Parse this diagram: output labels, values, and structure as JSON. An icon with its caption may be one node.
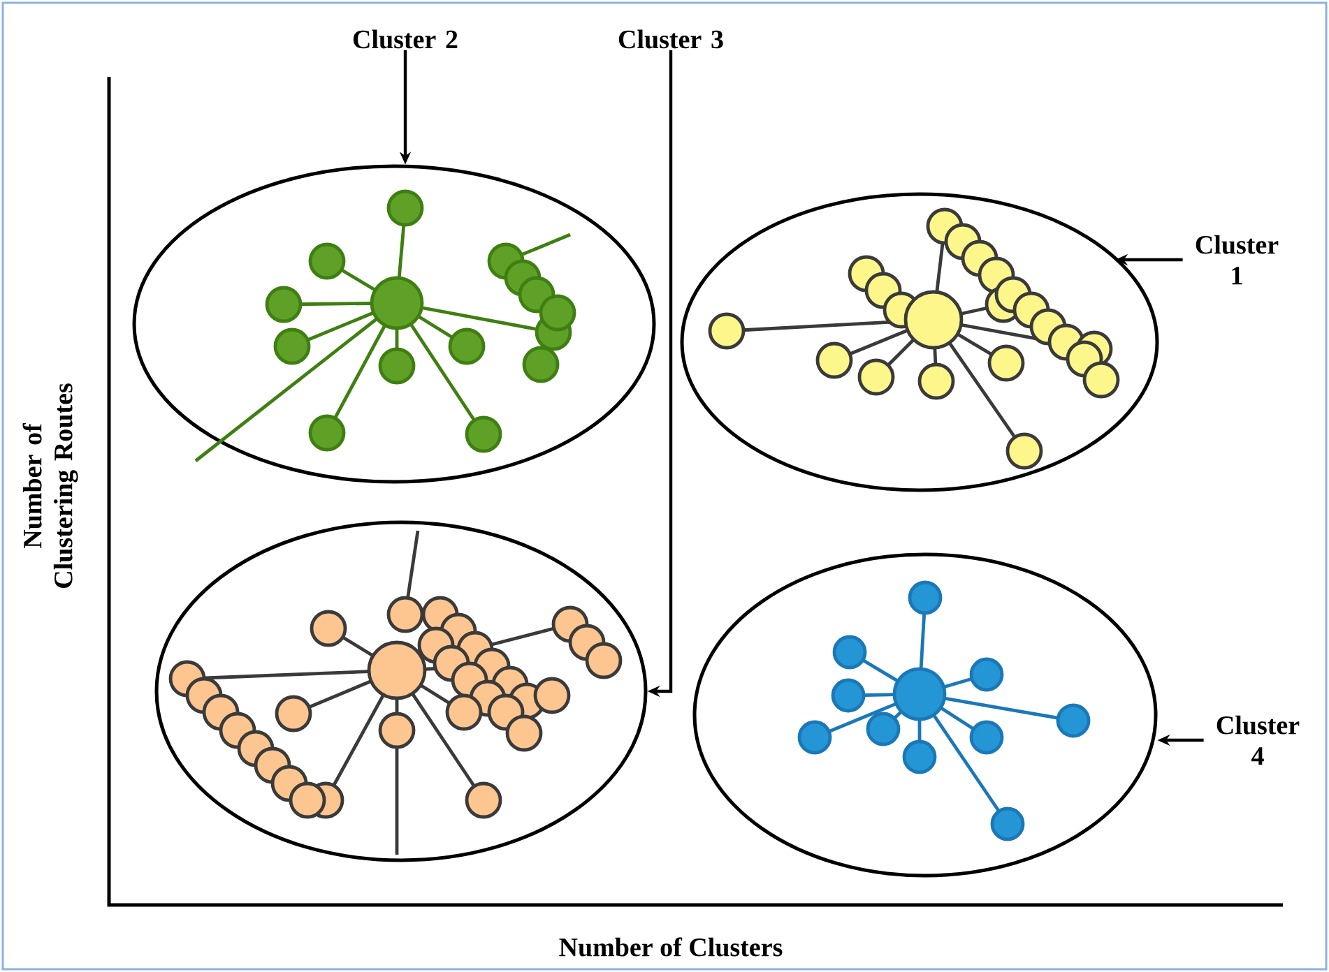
{
  "diagram": {
    "nodes": [
      {
        "text": [
          "Cluster 2"
        ]
      },
      {
        "text": [
          "Cluster 3"
        ]
      },
      {
        "text": [],
        "shape": "ellipse"
      },
      {
        "text": [
          "Cluster 1"
        ]
      },
      {
        "text": [],
        "shape": "ellipse"
      },
      {
        "text": [],
        "shape": "ellipse"
      },
      {
        "text": [],
        "shape": "ellipse"
      },
      {
        "text": [
          "Cluster 4"
        ]
      }
    ],
    "edges": [
      {
        "from": 0,
        "to": 2,
        "arrow": "to"
      },
      {
        "from": 1,
        "to": 5,
        "arrow": "to"
      },
      {
        "from": 3,
        "to": 4,
        "arrow": "to"
      },
      {
        "from": 7,
        "to": 6,
        "arrow": "to"
      }
    ],
    "labels": [
      "Number of Clustering Routes",
      "Number of Clusters"
    ]
  }
}
